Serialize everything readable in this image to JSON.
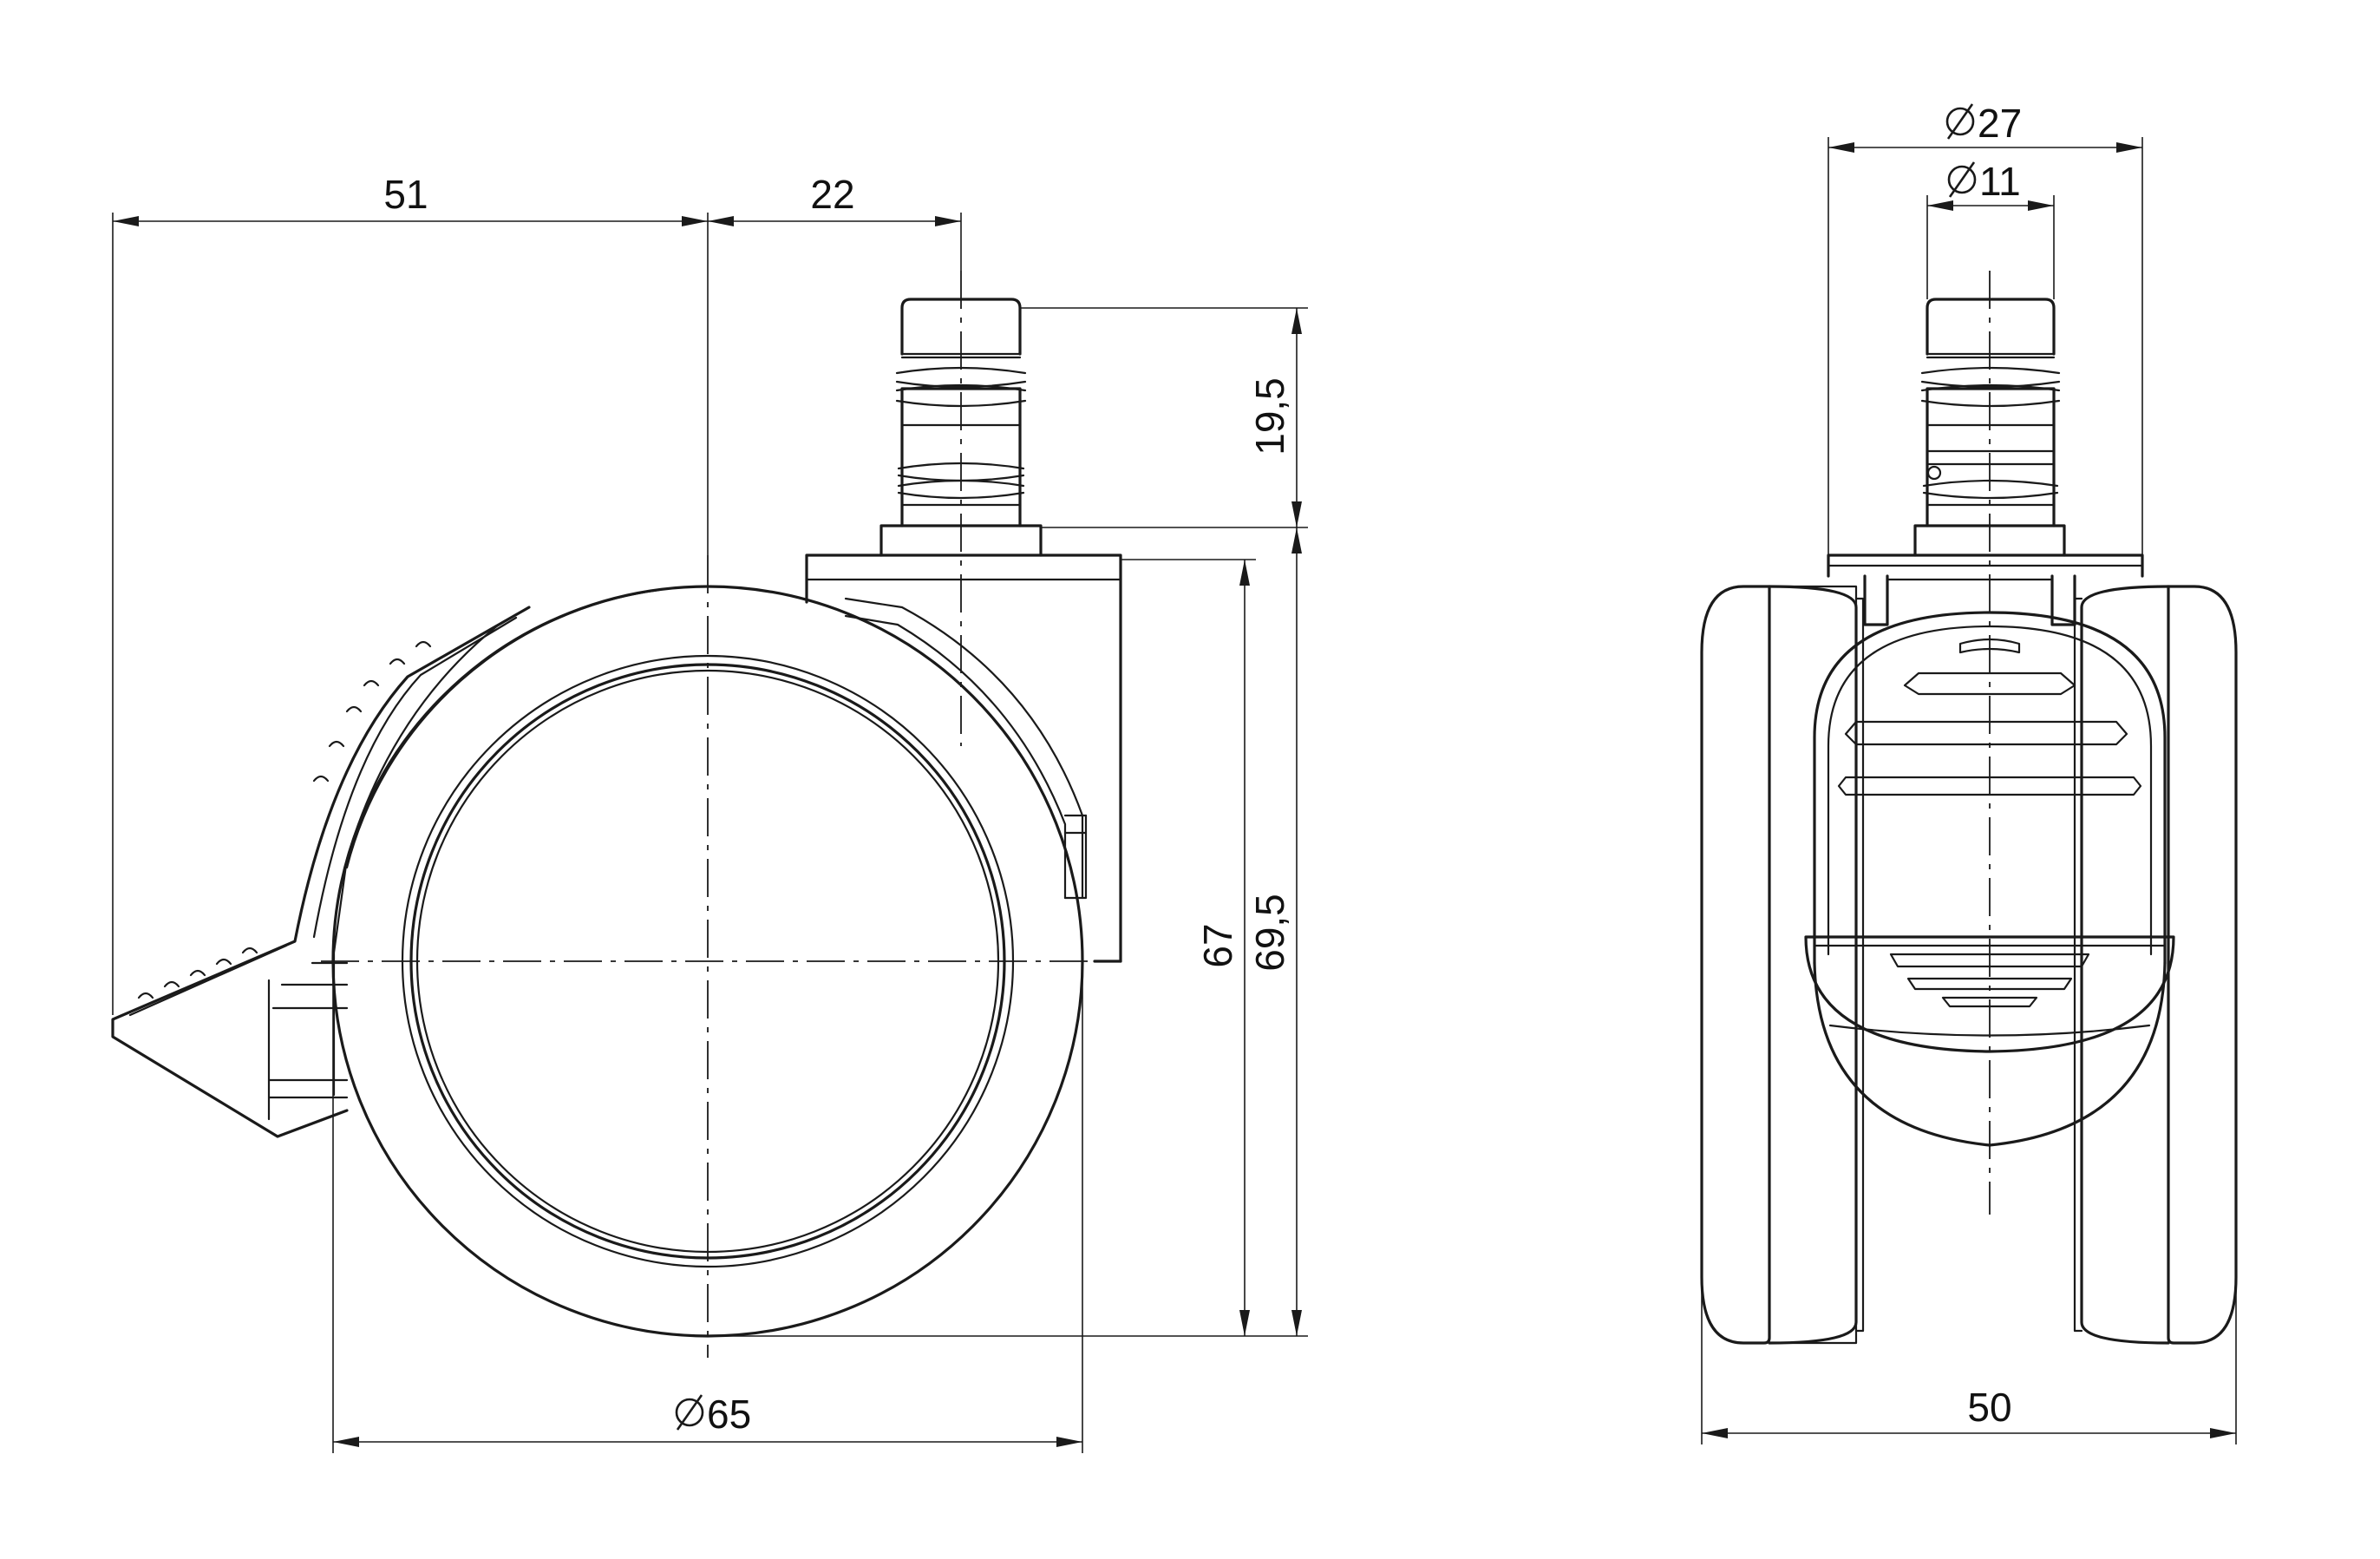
{
  "dimensions": {
    "width_51": "51",
    "width_22": "22",
    "height_19_5": "19,5",
    "height_67": "67",
    "height_69_5": "69,5",
    "diameter_65": "65",
    "diameter_27": "27",
    "diameter_11": "11",
    "width_50": "50"
  },
  "symbols": {
    "diameter": "diameter-symbol"
  },
  "colors": {
    "line": "#1a1a1a",
    "background": "#ffffff"
  }
}
